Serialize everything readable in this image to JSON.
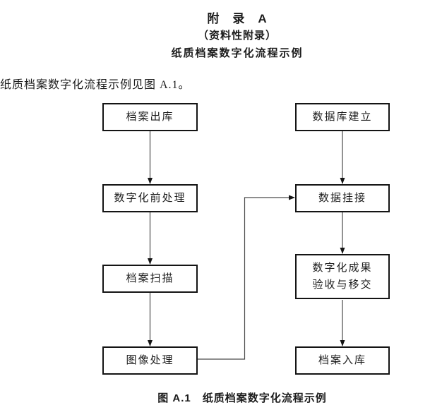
{
  "page": {
    "appendix_title": "附　录　A",
    "appendix_subtitle": "（资料性附录）",
    "appendix_heading": "纸质档案数字化流程示例",
    "body_text": "纸质档案数字化流程示例见图 A.1。",
    "figure_caption": "图 A.1　纸质档案数字化流程示例"
  },
  "flowchart": {
    "left_column": [
      {
        "label": "档案出库"
      },
      {
        "label": "数字化前处理"
      },
      {
        "label": "档案扫描"
      },
      {
        "label": "图像处理"
      }
    ],
    "right_column": [
      {
        "label": "数据库建立"
      },
      {
        "label": "数据挂接"
      },
      {
        "label_line1": "数字化成果",
        "label_line2": "验收与移交"
      },
      {
        "label": "档案入库"
      }
    ],
    "connections": [
      "档案出库 → 数字化前处理",
      "数字化前处理 → 档案扫描",
      "档案扫描 → 图像处理",
      "数据库建立 → 数据挂接",
      "图像处理 → 数据挂接",
      "数据挂接 → 数字化成果验收与移交",
      "数字化成果验收与移交 → 档案入库"
    ]
  },
  "colors": {
    "background": "#ffffff",
    "text": "#1c1c1c",
    "box_border": "#141414",
    "connector_line": "#4a4a4a",
    "arrowhead": "#151515"
  }
}
